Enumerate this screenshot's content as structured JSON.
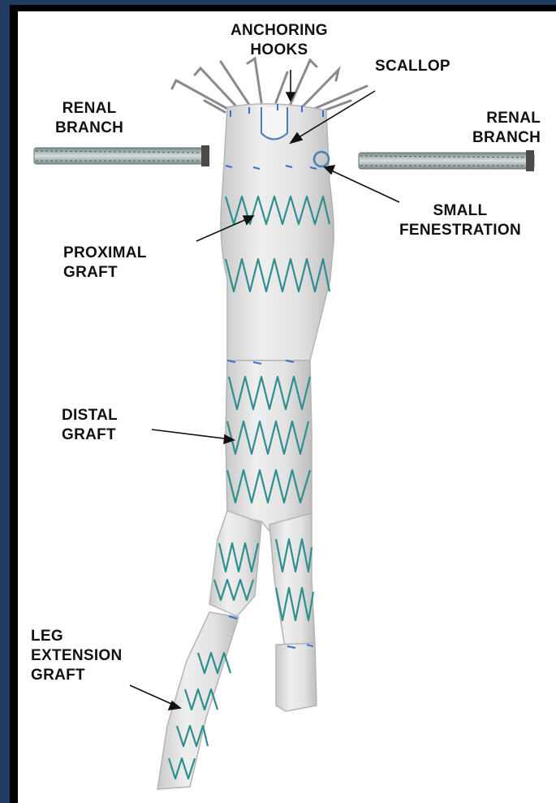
{
  "labels": {
    "anchoring_hooks": [
      "ANCHORING",
      "HOOKS"
    ],
    "scallop": "SCALLOP",
    "renal_branch_left": [
      "RENAL",
      "BRANCH"
    ],
    "renal_branch_right": [
      "RENAL",
      "BRANCH"
    ],
    "small_fenestration": [
      "SMALL",
      "FENESTRATION"
    ],
    "proximal_graft": [
      "PROXIMAL",
      "GRAFT"
    ],
    "distal_graft": [
      "DISTAL",
      "GRAFT"
    ],
    "leg_extension_graft": [
      "LEG",
      "EXTENSION",
      "GRAFT"
    ]
  },
  "colors": {
    "border_outer": "#1f3a63",
    "border_inner": "#000000",
    "background": "#ffffff",
    "graft_fabric": "#e6e6e6",
    "graft_shadow": "#c8c8c8",
    "stent_wire": "#2f8f8f",
    "suture_blue": "#3a6fd0",
    "label_text": "#111111",
    "arrow": "#111111"
  }
}
